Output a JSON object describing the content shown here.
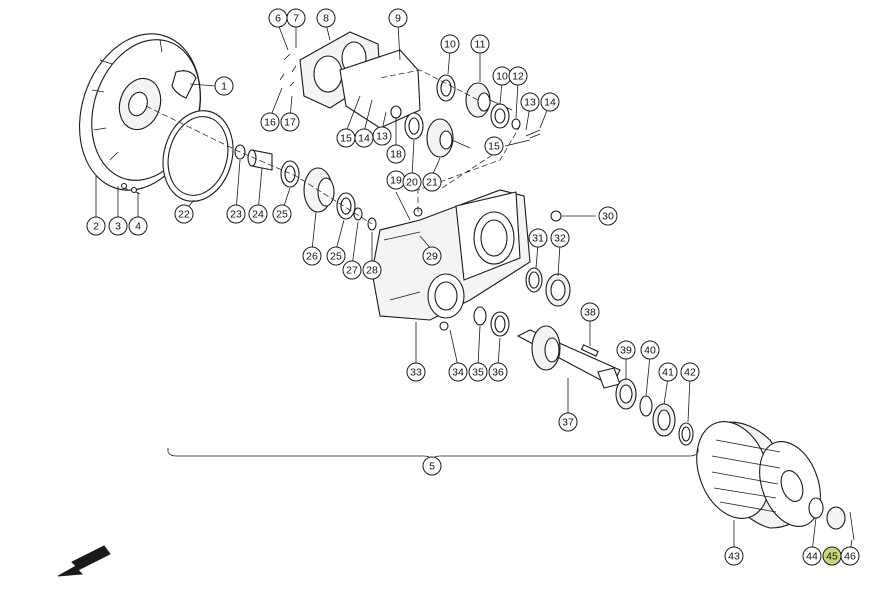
{
  "diagram": {
    "callouts": [
      {
        "label": "1"
      },
      {
        "label": "2"
      },
      {
        "label": "3"
      },
      {
        "label": "4"
      },
      {
        "label": "5"
      },
      {
        "label": "6"
      },
      {
        "label": "7"
      },
      {
        "label": "8"
      },
      {
        "label": "9"
      },
      {
        "label": "10"
      },
      {
        "label": "11"
      },
      {
        "label": "10"
      },
      {
        "label": "12"
      },
      {
        "label": "13"
      },
      {
        "label": "14"
      },
      {
        "label": "15"
      },
      {
        "label": "14"
      },
      {
        "label": "13"
      },
      {
        "label": "15"
      },
      {
        "label": "16"
      },
      {
        "label": "17"
      },
      {
        "label": "18"
      },
      {
        "label": "19"
      },
      {
        "label": "20"
      },
      {
        "label": "21"
      },
      {
        "label": "22"
      },
      {
        "label": "23"
      },
      {
        "label": "24"
      },
      {
        "label": "25"
      },
      {
        "label": "26"
      },
      {
        "label": "25"
      },
      {
        "label": "27"
      },
      {
        "label": "28"
      },
      {
        "label": "29"
      },
      {
        "label": "30"
      },
      {
        "label": "31"
      },
      {
        "label": "32"
      },
      {
        "label": "33"
      },
      {
        "label": "34"
      },
      {
        "label": "35"
      },
      {
        "label": "36"
      },
      {
        "label": "37"
      },
      {
        "label": "38"
      },
      {
        "label": "39"
      },
      {
        "label": "40"
      },
      {
        "label": "41"
      },
      {
        "label": "42"
      },
      {
        "label": "43"
      },
      {
        "label": "44"
      },
      {
        "label": "45"
      },
      {
        "label": "46"
      }
    ],
    "highlight_label": "45",
    "highlight_color": "#c8d97a",
    "orientation_icon": "direction-arrow-icon"
  }
}
